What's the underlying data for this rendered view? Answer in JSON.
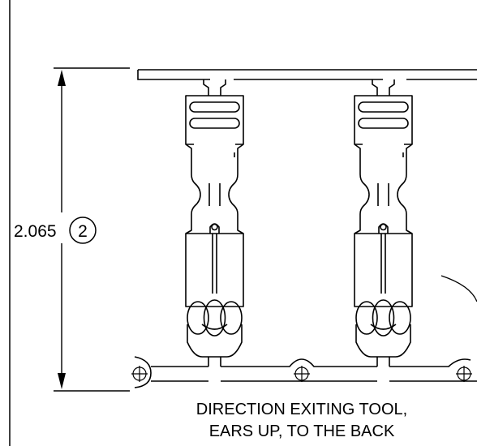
{
  "drawing": {
    "dimension": {
      "value": "2.065",
      "callout": "2"
    },
    "note": {
      "line1": "DIRECTION EXITING TOOL,",
      "line2": "EARS UP, TO THE BACK"
    }
  }
}
